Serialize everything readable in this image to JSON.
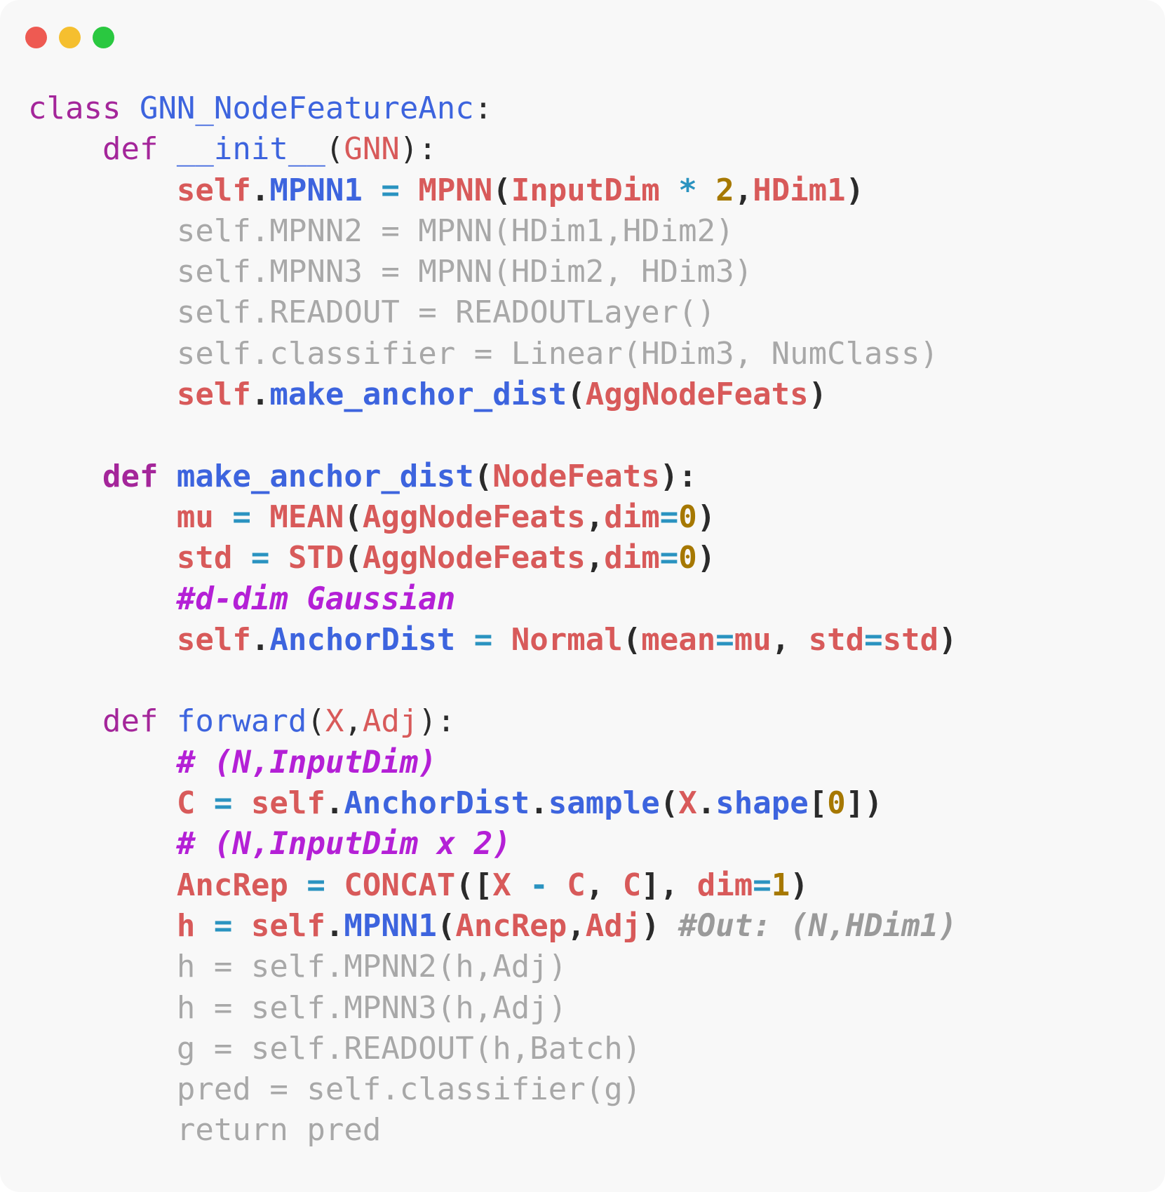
{
  "window": {
    "controls": [
      {
        "name": "close-button",
        "color": "#ee5a52"
      },
      {
        "name": "minimize-button",
        "color": "#f5bf2f"
      },
      {
        "name": "maximize-button",
        "color": "#2ac840"
      }
    ]
  },
  "colors": {
    "keyword": "#a4269a",
    "name": "#3d64de",
    "red": "#d85a5a",
    "operator": "#2a93c0",
    "number": "#a67800",
    "comment": "#b420d6",
    "punct": "#2b2b2b",
    "dim": "#a8a8a8",
    "gray_comment": "#9a9a9a"
  },
  "code": {
    "lines": [
      {
        "style": "",
        "tokens": [
          [
            "class ",
            "keyword"
          ],
          [
            "GNN_NodeFeatureAnc",
            "name"
          ],
          [
            ":",
            "punct"
          ]
        ]
      },
      {
        "style": "",
        "tokens": [
          [
            "    def ",
            "keyword"
          ],
          [
            "__init__",
            "name"
          ],
          [
            "(",
            "punct"
          ],
          [
            "GNN",
            "red"
          ],
          [
            "):",
            "punct"
          ]
        ]
      },
      {
        "style": "bold",
        "tokens": [
          [
            "        ",
            "punct"
          ],
          [
            "self",
            "red"
          ],
          [
            ".",
            "punct"
          ],
          [
            "MPNN1",
            "name"
          ],
          [
            " = ",
            "operator"
          ],
          [
            "MPNN",
            "red"
          ],
          [
            "(",
            "punct"
          ],
          [
            "InputDim",
            "red"
          ],
          [
            " * ",
            "operator"
          ],
          [
            "2",
            "number"
          ],
          [
            ",",
            "punct"
          ],
          [
            "HDim1",
            "red"
          ],
          [
            ")",
            "punct"
          ]
        ]
      },
      {
        "style": "dim",
        "tokens": [
          [
            "        self.MPNN2 = MPNN(HDim1,HDim2)",
            "dim"
          ]
        ]
      },
      {
        "style": "dim",
        "tokens": [
          [
            "        self.MPNN3 = MPNN(HDim2, HDim3)",
            "dim"
          ]
        ]
      },
      {
        "style": "dim",
        "tokens": [
          [
            "        self.READOUT = READOUTLayer()",
            "dim"
          ]
        ]
      },
      {
        "style": "dim",
        "tokens": [
          [
            "        self.classifier = Linear(HDim3, NumClass)",
            "dim"
          ]
        ]
      },
      {
        "style": "bold",
        "tokens": [
          [
            "        ",
            "punct"
          ],
          [
            "self",
            "red"
          ],
          [
            ".",
            "punct"
          ],
          [
            "make_anchor_dist",
            "name"
          ],
          [
            "(",
            "punct"
          ],
          [
            "AggNodeFeats",
            "red"
          ],
          [
            ")",
            "punct"
          ]
        ]
      },
      {
        "style": "",
        "tokens": [
          [
            "",
            "punct"
          ]
        ]
      },
      {
        "style": "bold",
        "tokens": [
          [
            "    def ",
            "keyword"
          ],
          [
            "make_anchor_dist",
            "name"
          ],
          [
            "(",
            "punct"
          ],
          [
            "NodeFeats",
            "red"
          ],
          [
            "):",
            "punct"
          ]
        ]
      },
      {
        "style": "bold",
        "tokens": [
          [
            "        ",
            "punct"
          ],
          [
            "mu",
            "red"
          ],
          [
            " = ",
            "operator"
          ],
          [
            "MEAN",
            "red"
          ],
          [
            "(",
            "punct"
          ],
          [
            "AggNodeFeats",
            "red"
          ],
          [
            ",",
            "punct"
          ],
          [
            "dim",
            "red"
          ],
          [
            "=",
            "operator"
          ],
          [
            "0",
            "number"
          ],
          [
            ")",
            "punct"
          ]
        ]
      },
      {
        "style": "bold",
        "tokens": [
          [
            "        ",
            "punct"
          ],
          [
            "std",
            "red"
          ],
          [
            " = ",
            "operator"
          ],
          [
            "STD",
            "red"
          ],
          [
            "(",
            "punct"
          ],
          [
            "AggNodeFeats",
            "red"
          ],
          [
            ",",
            "punct"
          ],
          [
            "dim",
            "red"
          ],
          [
            "=",
            "operator"
          ],
          [
            "0",
            "number"
          ],
          [
            ")",
            "punct"
          ]
        ]
      },
      {
        "style": "bold",
        "tokens": [
          [
            "        ",
            "punct"
          ],
          [
            "#d-dim Gaussian",
            "comment"
          ]
        ]
      },
      {
        "style": "bold",
        "tokens": [
          [
            "        ",
            "punct"
          ],
          [
            "self",
            "red"
          ],
          [
            ".",
            "punct"
          ],
          [
            "AnchorDist",
            "name"
          ],
          [
            " = ",
            "operator"
          ],
          [
            "Normal",
            "red"
          ],
          [
            "(",
            "punct"
          ],
          [
            "mean",
            "red"
          ],
          [
            "=",
            "operator"
          ],
          [
            "mu",
            "red"
          ],
          [
            ", ",
            "punct"
          ],
          [
            "std",
            "red"
          ],
          [
            "=",
            "operator"
          ],
          [
            "std",
            "red"
          ],
          [
            ")",
            "punct"
          ]
        ]
      },
      {
        "style": "",
        "tokens": [
          [
            "",
            "punct"
          ]
        ]
      },
      {
        "style": "",
        "tokens": [
          [
            "    def ",
            "keyword"
          ],
          [
            "forward",
            "name"
          ],
          [
            "(",
            "punct"
          ],
          [
            "X",
            "red"
          ],
          [
            ",",
            "punct"
          ],
          [
            "Adj",
            "red"
          ],
          [
            "):",
            "punct"
          ]
        ]
      },
      {
        "style": "bold",
        "tokens": [
          [
            "        ",
            "punct"
          ],
          [
            "# (N,InputDim)",
            "comment"
          ]
        ]
      },
      {
        "style": "bold",
        "tokens": [
          [
            "        ",
            "punct"
          ],
          [
            "C",
            "red"
          ],
          [
            " = ",
            "operator"
          ],
          [
            "self",
            "red"
          ],
          [
            ".",
            "punct"
          ],
          [
            "AnchorDist",
            "name"
          ],
          [
            ".",
            "punct"
          ],
          [
            "sample",
            "name"
          ],
          [
            "(",
            "punct"
          ],
          [
            "X",
            "red"
          ],
          [
            ".",
            "punct"
          ],
          [
            "shape",
            "name"
          ],
          [
            "[",
            "punct"
          ],
          [
            "0",
            "number"
          ],
          [
            "])",
            "punct"
          ]
        ]
      },
      {
        "style": "bold",
        "tokens": [
          [
            "        ",
            "punct"
          ],
          [
            "# (N,InputDim x 2)",
            "comment"
          ]
        ]
      },
      {
        "style": "bold",
        "tokens": [
          [
            "        ",
            "punct"
          ],
          [
            "AncRep",
            "red"
          ],
          [
            " = ",
            "operator"
          ],
          [
            "CONCAT",
            "red"
          ],
          [
            "([",
            "punct"
          ],
          [
            "X",
            "red"
          ],
          [
            " - ",
            "operator"
          ],
          [
            "C",
            "red"
          ],
          [
            ", ",
            "punct"
          ],
          [
            "C",
            "red"
          ],
          [
            "], ",
            "punct"
          ],
          [
            "dim",
            "red"
          ],
          [
            "=",
            "operator"
          ],
          [
            "1",
            "number"
          ],
          [
            ")",
            "punct"
          ]
        ]
      },
      {
        "style": "bold",
        "tokens": [
          [
            "        ",
            "punct"
          ],
          [
            "h",
            "red"
          ],
          [
            " = ",
            "operator"
          ],
          [
            "self",
            "red"
          ],
          [
            ".",
            "punct"
          ],
          [
            "MPNN1",
            "name"
          ],
          [
            "(",
            "punct"
          ],
          [
            "AncRep",
            "red"
          ],
          [
            ",",
            "punct"
          ],
          [
            "Adj",
            "red"
          ],
          [
            ")",
            "punct"
          ],
          [
            " #Out: (N,HDim1)",
            "gray_comment"
          ]
        ]
      },
      {
        "style": "dim",
        "tokens": [
          [
            "        h = self.MPNN2(h,Adj)",
            "dim"
          ]
        ]
      },
      {
        "style": "dim",
        "tokens": [
          [
            "        h = self.MPNN3(h,Adj)",
            "dim"
          ]
        ]
      },
      {
        "style": "dim",
        "tokens": [
          [
            "        g = self.READOUT(h,Batch)",
            "dim"
          ]
        ]
      },
      {
        "style": "dim",
        "tokens": [
          [
            "        pred = self.classifier(g)",
            "dim"
          ]
        ]
      },
      {
        "style": "dim",
        "tokens": [
          [
            "        return pred",
            "dim"
          ]
        ]
      }
    ]
  }
}
